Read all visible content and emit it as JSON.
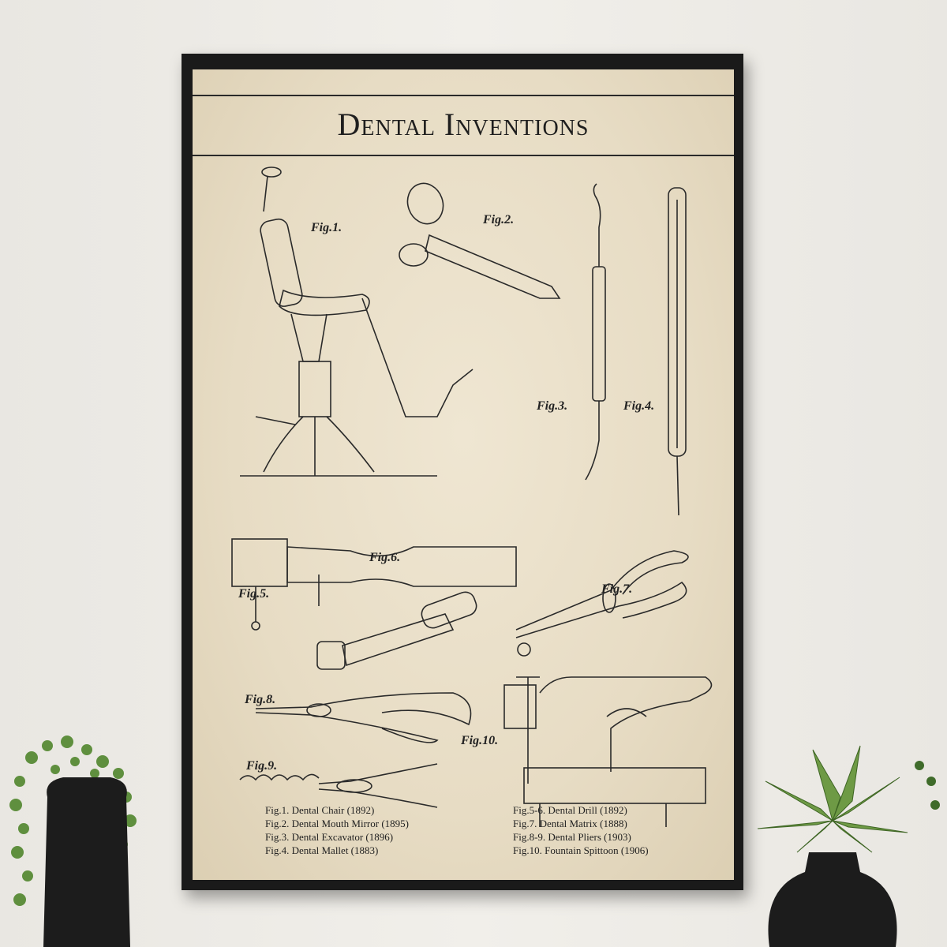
{
  "poster": {
    "title": "Dental Inventions",
    "figure_labels": [
      "Fig.1.",
      "Fig.2.",
      "Fig.3.",
      "Fig.4.",
      "Fig.5.",
      "Fig.6.",
      "Fig.7.",
      "Fig.8.",
      "Fig.9.",
      "Fig.10."
    ],
    "legend_left": [
      "Fig.1. Dental Chair (1892)",
      "Fig.2. Dental Mouth Mirror (1895)",
      "Fig.3. Dental Excavator (1896)",
      "Fig.4. Dental Mallet (1883)"
    ],
    "legend_right": [
      "Fig.5-6. Dental Drill (1892)",
      "Fig.7. Dental Matrix (1888)",
      "Fig.8-9. Dental Pliers (1903)",
      "Fig.10. Fountain Spittoon (1906)"
    ]
  },
  "colors": {
    "wall": "#ece9e3",
    "frame": "#1a1a1a",
    "paper": "#e9dfc8",
    "ink": "#222222",
    "plant_green": "#5f8f3e",
    "vase": "#1c1c1c"
  }
}
